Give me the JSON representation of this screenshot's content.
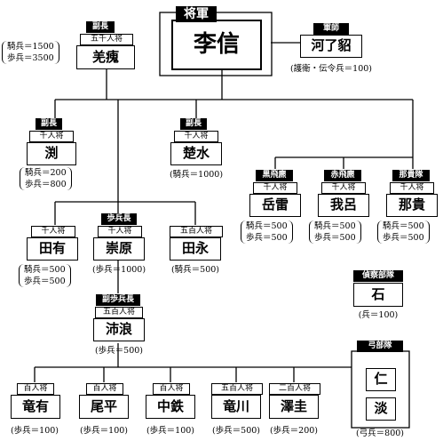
{
  "general": {
    "tag": "将軍",
    "name": "李信"
  },
  "strategist": {
    "tag": "軍師",
    "name": "河了貂",
    "note": "(護衛・伝令兵＝100)"
  },
  "leader_yoko": {
    "tag": "副長",
    "rank": "五千人将",
    "name": "羌瘣",
    "note1": "騎兵＝1500",
    "note2": "歩兵＝3500"
  },
  "leader_en": {
    "tag": "副長",
    "rank": "千人将",
    "name": "渕",
    "note1": "騎兵＝200",
    "note2": "歩兵＝800"
  },
  "leader_sosui": {
    "tag": "副長",
    "rank": "千人将",
    "name": "楚水",
    "note": "(騎兵＝1000)"
  },
  "leader_gakurai": {
    "tag": "黒飛麃",
    "rank": "千人将",
    "name": "岳雷",
    "note1": "騎兵＝500",
    "note2": "歩兵＝500"
  },
  "leader_garo": {
    "tag": "赤飛麃",
    "rank": "千人将",
    "name": "我呂",
    "note1": "騎兵＝500",
    "note2": "歩兵＝500"
  },
  "leader_naki": {
    "tag": "那貴隊",
    "rank": "千人将",
    "name": "那貴",
    "note1": "騎兵＝500",
    "note2": "歩兵＝500"
  },
  "leader_denyu": {
    "rank": "千人将",
    "name": "田有",
    "note1": "騎兵＝500",
    "note2": "歩兵＝500"
  },
  "leader_sugen": {
    "tag": "歩兵長",
    "rank": "千人将",
    "name": "崇原",
    "note": "(歩兵＝1000)"
  },
  "leader_denei": {
    "rank": "五百人将",
    "name": "田永",
    "note": "(騎兵＝500)"
  },
  "scouts": {
    "tag": "偵察部隊",
    "name": "石",
    "note": "(兵＝100)"
  },
  "leader_hairo": {
    "tag": "副歩兵長",
    "rank": "五百人将",
    "name": "沛浪",
    "note": "(歩兵＝500)"
  },
  "archers": {
    "tag": "弓部隊",
    "name1": "仁",
    "name2": "淡",
    "note": "(弓兵＝800)"
  },
  "leader_ryuyu": {
    "rank": "百人将",
    "name": "竜有",
    "note": "(歩兵＝100)"
  },
  "leader_bihei": {
    "rank": "百人将",
    "name": "尾平",
    "note": "(歩兵＝100)"
  },
  "leader_chutetsu": {
    "rank": "百人将",
    "name": "中鉄",
    "note": "(歩兵＝100)"
  },
  "leader_ryusen": {
    "rank": "五百人将",
    "name": "竜川",
    "note": "(歩兵＝500)"
  },
  "leader_takukei": {
    "rank": "二百人将",
    "name": "澤圭",
    "note": "(歩兵＝200)"
  }
}
